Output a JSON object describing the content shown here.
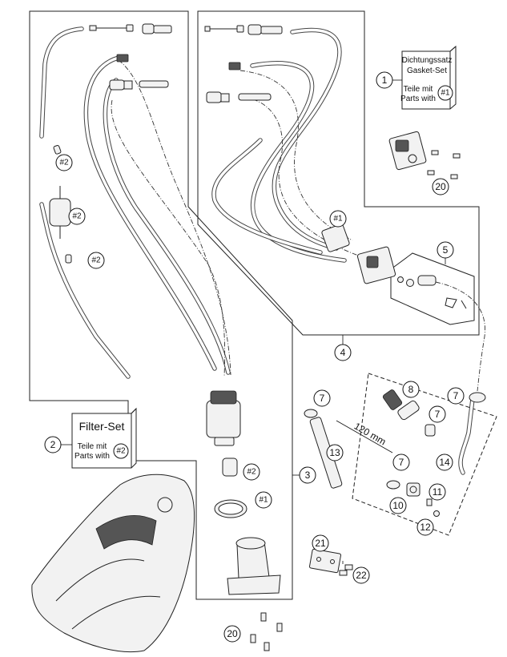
{
  "callouts": {
    "c1": "1",
    "c2": "2",
    "c3": "3",
    "c4": "4",
    "c5": "5",
    "c7a": "7",
    "c7b": "7",
    "c7c": "7",
    "c7d": "7",
    "c8": "8",
    "c10": "10",
    "c11": "11",
    "c12": "12",
    "c13": "13",
    "c14": "14",
    "c20a": "20",
    "c20b": "20",
    "c21": "21",
    "c22": "22",
    "g2a": "#2",
    "g2b": "#2",
    "g2c": "#2",
    "g2d": "#2",
    "g1a": "#1",
    "g1b": "#1"
  },
  "gasket_box": {
    "title_de": "Dichtungssatz",
    "title_en": "Gasket-Set",
    "line1": "Teile mit",
    "line2": "Parts with",
    "ref": "#1"
  },
  "filter_box": {
    "title": "Filter-Set",
    "line1": "Teile mit",
    "line2": "Parts with",
    "ref": "#2"
  },
  "dimension_label": "120 mm"
}
